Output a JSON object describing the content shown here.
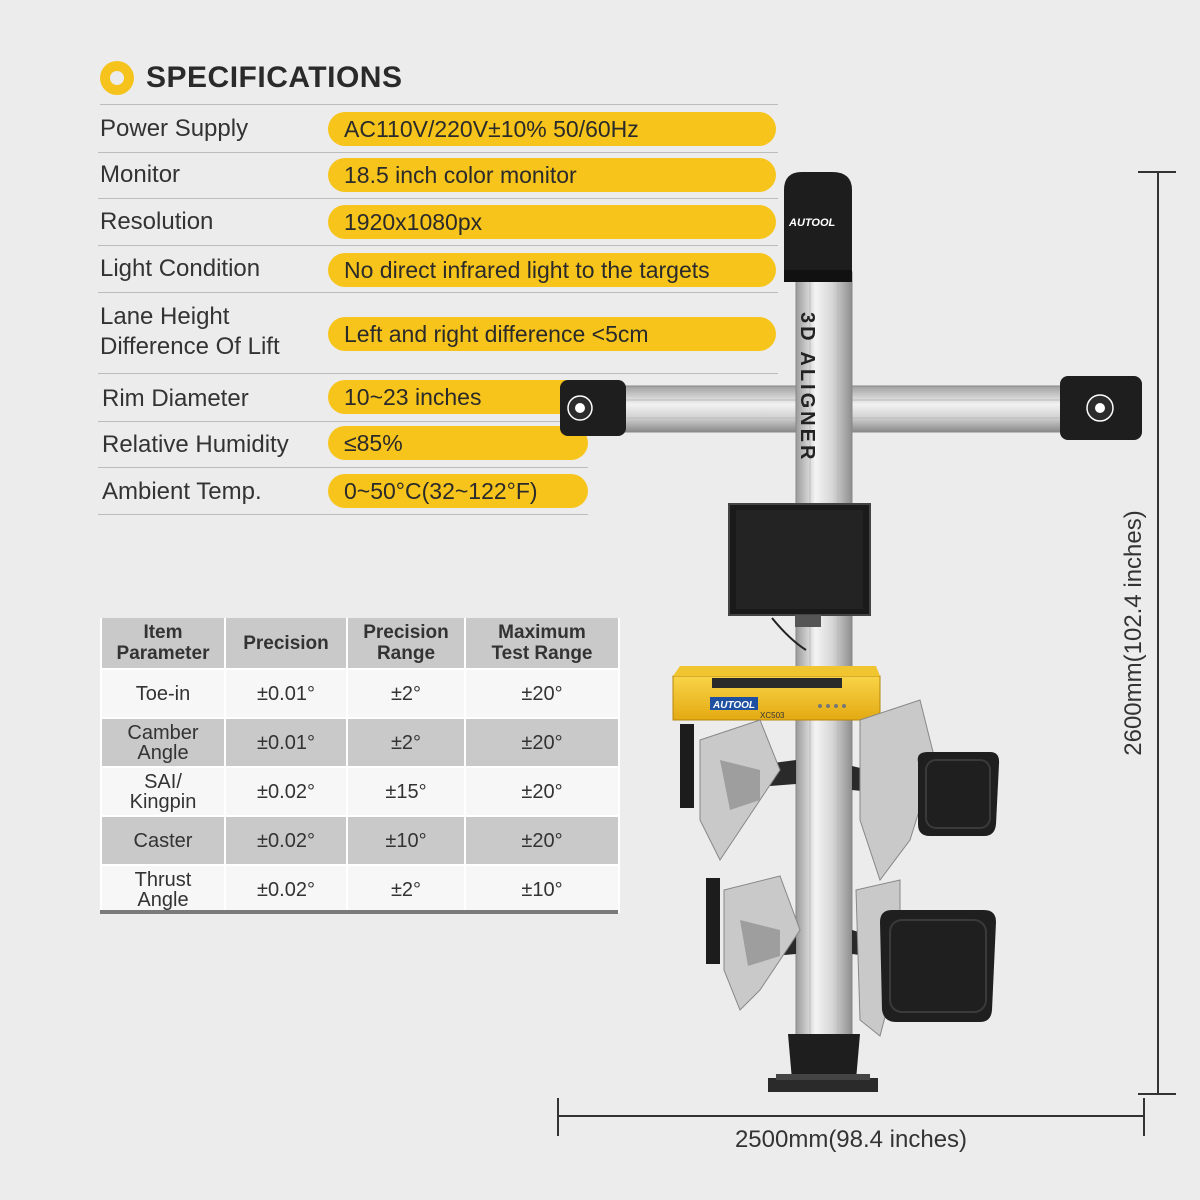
{
  "header": {
    "title": "SPECIFICATIONS"
  },
  "specs": [
    {
      "label": "Power Supply",
      "value": "AC110V/220V±10%   50/60Hz"
    },
    {
      "label": "Monitor",
      "value": "18.5 inch color monitor"
    },
    {
      "label": "Resolution",
      "value": "1920x1080px"
    },
    {
      "label": "Light Condition",
      "value": "No direct infrared light to the targets"
    },
    {
      "label": "Lane Height",
      "label2": "Difference Of Lift",
      "value": "Left and right difference <5cm"
    },
    {
      "label": "Rim Diameter",
      "value": "10~23 inches"
    },
    {
      "label": "Relative Humidity",
      "value": "≤85%"
    },
    {
      "label": "Ambient Temp.",
      "value": "0~50°C(32~122°F)"
    }
  ],
  "table": {
    "headers": [
      [
        "Item",
        "Parameter"
      ],
      [
        "Precision"
      ],
      [
        "Precision",
        "Range"
      ],
      [
        "Maximum",
        "Test Range"
      ]
    ],
    "rows": [
      {
        "param": [
          "Toe-in"
        ],
        "precision": "±0.01°",
        "range": "±2°",
        "max": "±20°"
      },
      {
        "param": [
          "Camber",
          "Angle"
        ],
        "precision": "±0.01°",
        "range": "±2°",
        "max": "±20°"
      },
      {
        "param": [
          "SAI/",
          "Kingpin"
        ],
        "precision": "±0.02°",
        "range": "±15°",
        "max": "±20°"
      },
      {
        "param": [
          "Caster"
        ],
        "precision": "±0.02°",
        "range": "±10°",
        "max": "±20°"
      },
      {
        "param": [
          "Thrust",
          "Angle"
        ],
        "precision": "±0.02°",
        "range": "±2°",
        "max": "±10°"
      }
    ]
  },
  "product": {
    "brand": "AUTOOL",
    "column_text": "3D  ALIGNER",
    "cabinet_model": "XC503"
  },
  "dimensions": {
    "height": "2600mm(102.4 inches)",
    "width": "2500mm(98.4 inches)"
  },
  "colors": {
    "accent": "#f7c41b",
    "table_dark": "#c9c9c9",
    "table_light": "#f7f7f7"
  }
}
